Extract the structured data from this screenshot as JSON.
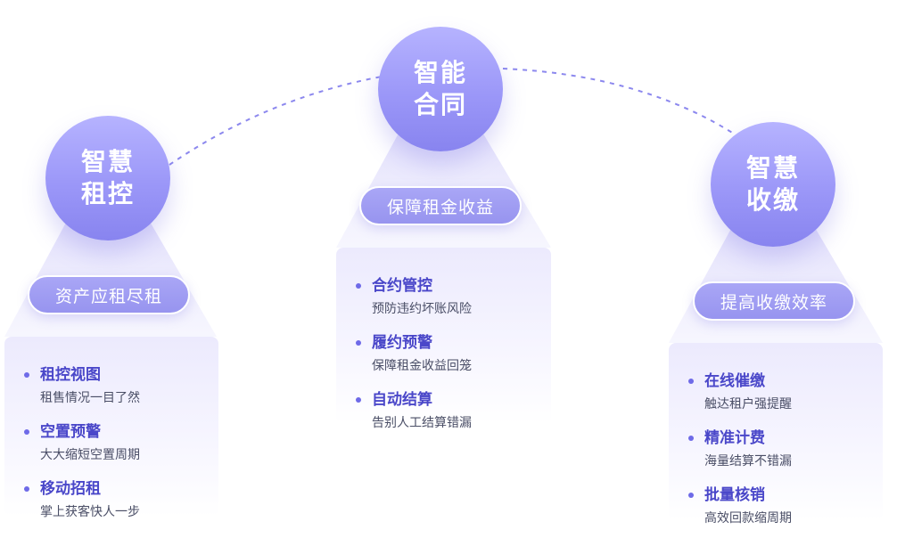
{
  "colors": {
    "accent": "#6e6ae8",
    "circle": "#9b97f8",
    "title": "#4a47c9",
    "dash": "#8c88ee"
  },
  "modules": [
    {
      "circle": [
        "智慧",
        "租控"
      ],
      "pill": "资产应租尽租",
      "items": [
        {
          "title": "租控视图",
          "desc": "租售情况一目了然"
        },
        {
          "title": "空置预警",
          "desc": "大大缩短空置周期"
        },
        {
          "title": "移动招租",
          "desc": "掌上获客快人一步"
        }
      ]
    },
    {
      "circle": [
        "智能",
        "合同"
      ],
      "pill": "保障租金收益",
      "items": [
        {
          "title": "合约管控",
          "desc": "预防违约坏账风险"
        },
        {
          "title": "履约预警",
          "desc": "保障租金收益回笼"
        },
        {
          "title": "自动结算",
          "desc": "告别人工结算错漏"
        }
      ]
    },
    {
      "circle": [
        "智慧",
        "收缴"
      ],
      "pill": "提高收缴效率",
      "items": [
        {
          "title": "在线催缴",
          "desc": "触达租户强提醒"
        },
        {
          "title": "精准计费",
          "desc": "海量结算不错漏"
        },
        {
          "title": "批量核销",
          "desc": "高效回款缩周期"
        }
      ]
    }
  ]
}
